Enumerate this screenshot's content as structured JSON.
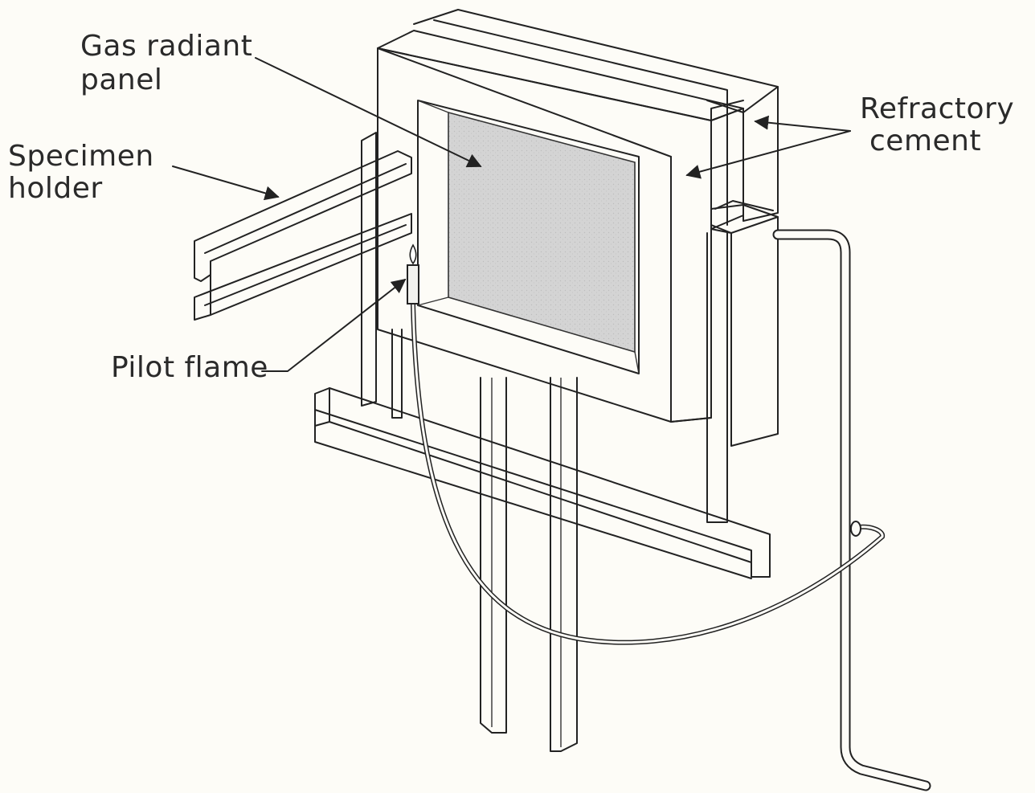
{
  "labels": {
    "gas_radiant_panel_line1": "Gas radiant",
    "gas_radiant_panel_line2": "panel",
    "refractory_cement_line1": "Refractory",
    "refractory_cement_line2": "cement",
    "specimen_holder_line1": "Specimen",
    "specimen_holder_line2": "holder",
    "pilot_flame": "Pilot flame"
  },
  "colors": {
    "background": "#fdfcf7",
    "line": "#222222",
    "panel_face": "#d6d6d6",
    "panel_frame": "#ececec",
    "cement": "#f0f0f0"
  }
}
